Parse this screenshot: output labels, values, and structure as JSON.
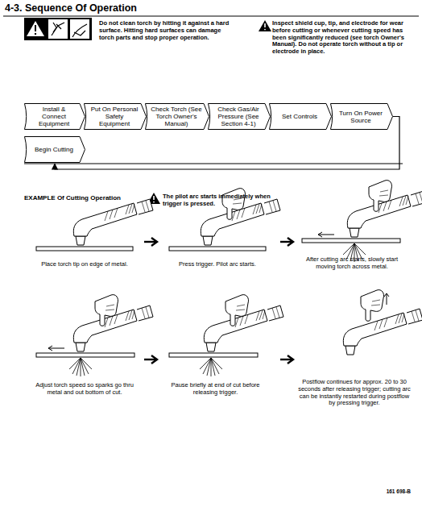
{
  "diagram": {
    "title": "4-3. Sequence Of Operation",
    "nodes": [
      {
        "text": [
          "Install & Connect Equipment"
        ]
      },
      {
        "text": [
          "Put On Personal Safety Equipment"
        ]
      },
      {
        "text": [
          "Check Torch (See Torch Owner's Manual)"
        ]
      },
      {
        "text": [
          "Check Gas/Air Pressure (See Section 4-1)"
        ]
      },
      {
        "text": [
          "Set Controls"
        ]
      },
      {
        "text": [
          "Turn On Power Source"
        ]
      },
      {
        "text": [
          "Begin Cutting"
        ]
      }
    ],
    "edges": [
      {
        "from": 5,
        "to": 6,
        "arrow": "to"
      }
    ],
    "labels": [
      "Do not clean torch by hitting it against a hard surface. Hitting hard surfaces can damage torch parts and stop proper operation.",
      "Inspect shield cup, tip, and electrode for wear before cutting or whenever cutting speed has been significantly reduced (see torch Owner's Manual). Do not operate torch without a tip or electrode in place.",
      "EXAMPLE Of Cutting Operation",
      "The pilot arc starts immediately when trigger is pressed.",
      "Place torch tip on edge of metal.",
      "Press trigger. Pilot arc starts.",
      "After cutting arc starts, slowly start moving torch across metal.",
      "Adjust torch speed so sparks go thru metal and out bottom of cut.",
      "Pause briefly at end of cut before releasing trigger.",
      "Postflow continues for approx. 20 to 30 seconds after releasing trigger; cutting arc can be instantly restarted during postflow by pressing trigger.",
      "161 698-B"
    ]
  }
}
